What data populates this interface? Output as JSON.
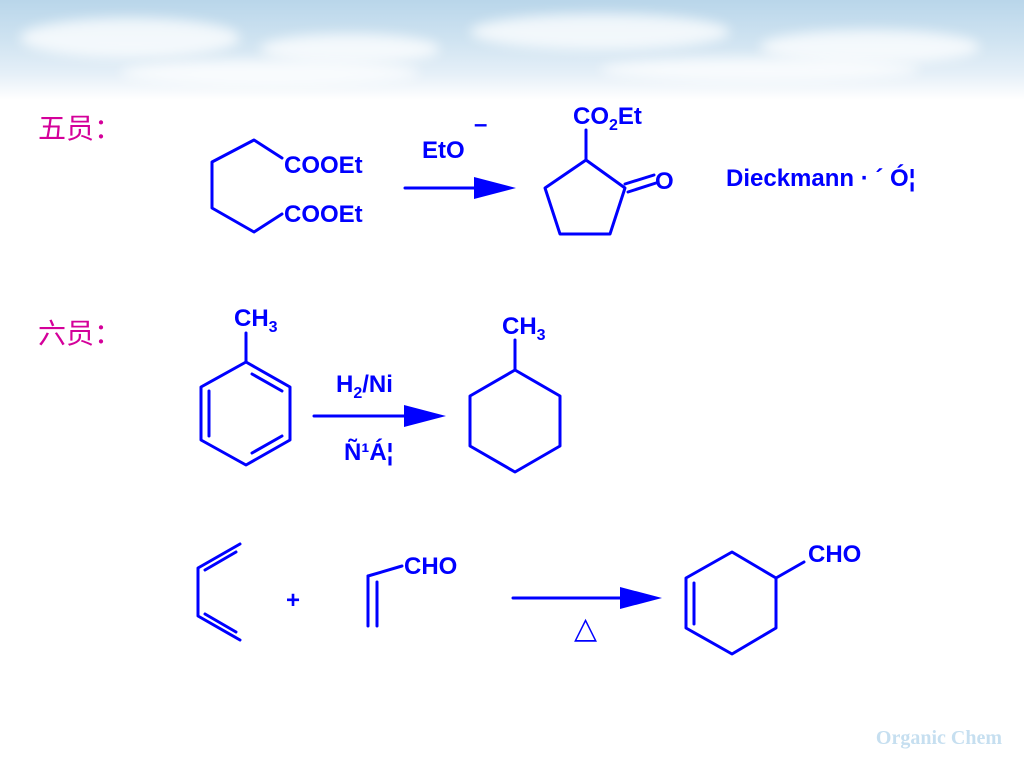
{
  "section_five": {
    "label": "五员：",
    "substituent_1": "COOEt",
    "substituent_2": "COOEt",
    "reagent_main": "EtO",
    "reagent_charge": "–",
    "product_group_main": "CO",
    "product_group_sub": "2",
    "product_group_end": "Et",
    "ketone_oxygen": "O",
    "reaction_name": "Dieckmann · ´ Ó¦"
  },
  "section_six": {
    "label": "六员：",
    "reactant_methyl_main": "CH",
    "reactant_methyl_sub": "3",
    "reagent_h": "H",
    "reagent_h_sub": "2",
    "reagent_rest": "/Ni",
    "condition_text": "Ñ¹Á¦",
    "product_methyl_main": "CH",
    "product_methyl_sub": "3"
  },
  "section_diels_alder": {
    "plus_sign": "+",
    "dienophile_group": "CHO",
    "heat_symbol": "△",
    "product_group": "CHO"
  },
  "colors": {
    "structure": "#0000ff",
    "label": "#d4009a",
    "watermark": "#c6dff0"
  },
  "watermark": "Organic Chem"
}
